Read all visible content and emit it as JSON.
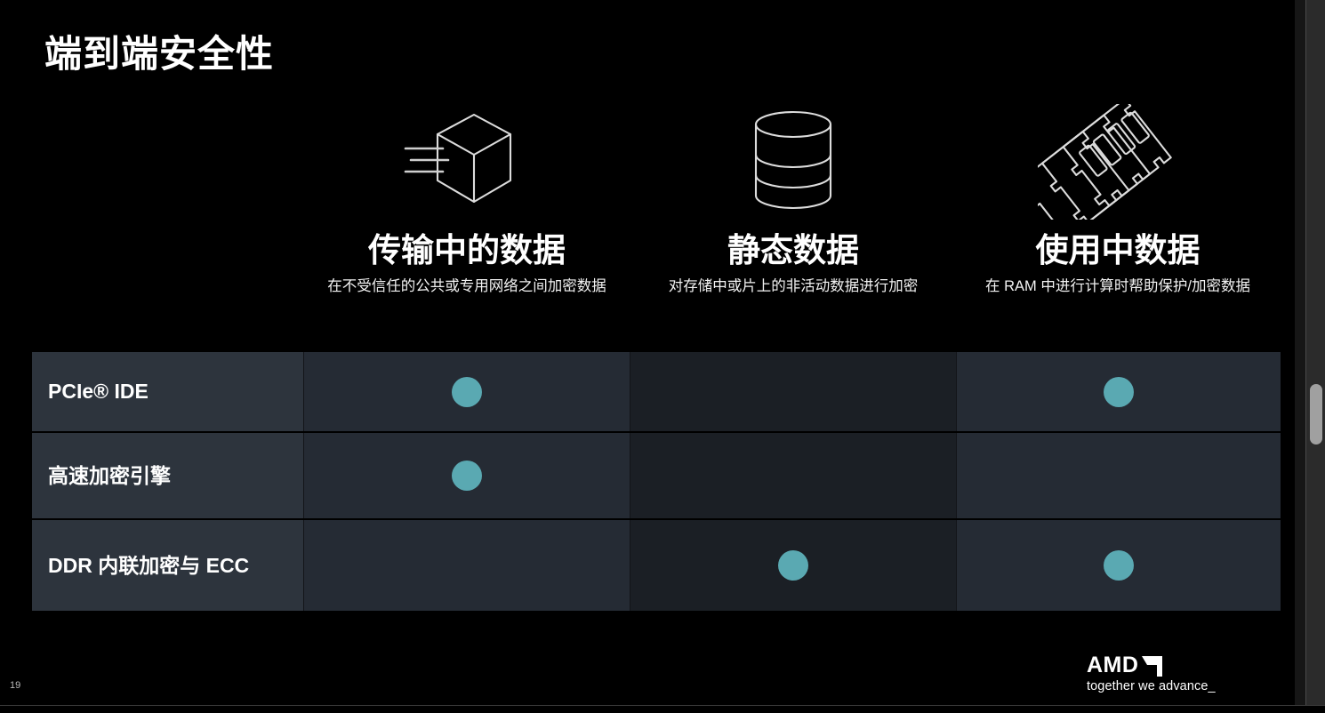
{
  "slide": {
    "title": "端到端安全性",
    "page_number": "19",
    "background_color": "#000000",
    "accent_color": "#5aa9b2"
  },
  "columns": [
    {
      "icon": "cube-in-motion-icon",
      "title": "传输中的数据",
      "subtitle": "在不受信任的公共或专用网络之间加密数据"
    },
    {
      "icon": "database-stack-icon",
      "title": "静态数据",
      "subtitle": "对存储中或片上的非活动数据进行加密"
    },
    {
      "icon": "memory-dimm-icon",
      "title": "使用中数据",
      "subtitle": "在 RAM 中进行计算时帮助保护/加密数据"
    }
  ],
  "table": {
    "rows": [
      {
        "label": "PCIe® IDE",
        "marks": [
          true,
          false,
          true
        ]
      },
      {
        "label": "高速加密引擎",
        "marks": [
          true,
          false,
          false
        ]
      },
      {
        "label": "DDR 内联加密与 ECC",
        "marks": [
          false,
          true,
          true
        ]
      }
    ]
  },
  "footer": {
    "logo_text": "AMD",
    "tagline": "together we advance_"
  }
}
